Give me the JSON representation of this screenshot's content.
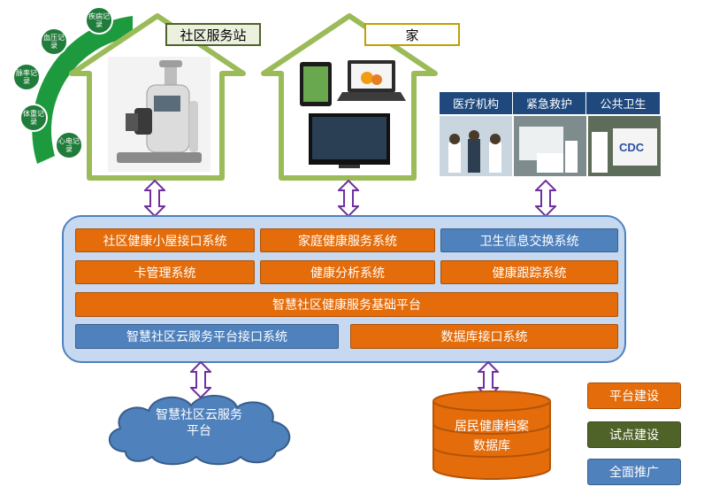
{
  "community_station": {
    "title": "社区服务站",
    "health_items": [
      "疾病记录",
      "血压记录",
      "脉率记录",
      "体重记录",
      "心电记录"
    ]
  },
  "home": {
    "title": "家"
  },
  "medical": {
    "headers": [
      "医疗机构",
      "紧急救护",
      "公共卫生"
    ],
    "cdc_text": "CDC"
  },
  "platform": {
    "row1": [
      "社区健康小屋接口系统",
      "家庭健康服务系统",
      "卫生信息交换系统"
    ],
    "row2": [
      "卡管理系统",
      "健康分析系统",
      "健康跟踪系统"
    ],
    "row3": "智慧社区健康服务基础平台",
    "row4": [
      "智慧社区云服务平台接口系统",
      "数据库接口系统"
    ]
  },
  "cloud": {
    "line1": "智慧社区云服务",
    "line2": "平台"
  },
  "database": {
    "line1": "居民健康档案",
    "line2": "数据库"
  },
  "legend": {
    "items": [
      "平台建设",
      "试点建设",
      "全面推广"
    ],
    "colors": [
      "#e46c0a",
      "#4f6228",
      "#4f81bd"
    ]
  }
}
